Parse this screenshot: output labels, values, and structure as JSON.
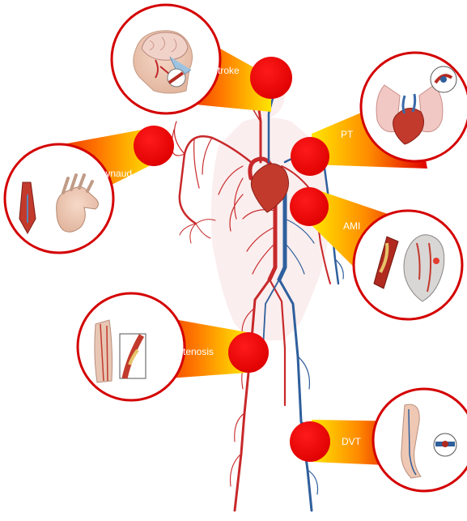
{
  "figure": {
    "callouts": [
      {
        "id": "stroke",
        "label": "Stroke",
        "icon": "brain-icon"
      },
      {
        "id": "pt",
        "label": "PT",
        "icon": "lungs-heart-icon"
      },
      {
        "id": "raynaud",
        "label": "Raynaud",
        "icon": "hand-icon"
      },
      {
        "id": "ami",
        "label": "AMI",
        "icon": "heart-artery-icon"
      },
      {
        "id": "stenosis",
        "label": "Stenosis",
        "icon": "leg-artery-icon"
      },
      {
        "id": "dvt",
        "label": "DVT",
        "icon": "leg-vein-icon"
      }
    ],
    "colors": {
      "artery": "#c8282a",
      "vein": "#2f5f9c",
      "dot": "#e60000",
      "beam_start": "#e00000",
      "beam_end": "#ffe600",
      "ring": "#d40000"
    }
  }
}
